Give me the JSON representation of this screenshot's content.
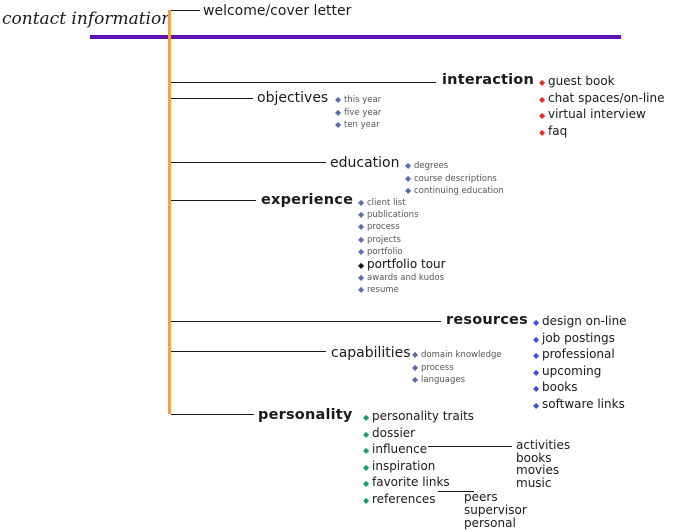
{
  "header": {
    "title": "contact information",
    "welcome": "welcome/cover letter"
  },
  "interaction": {
    "label": "interaction",
    "items": [
      "guest book",
      "chat spaces/on-line",
      "virtual interview",
      "faq"
    ]
  },
  "objectives": {
    "label": "objectives",
    "items": [
      "this year",
      "five year",
      "ten year"
    ]
  },
  "education": {
    "label": "education",
    "items": [
      "degrees",
      "course descriptions",
      "continuing education"
    ]
  },
  "experience": {
    "label": "experience",
    "items": [
      "client list",
      "publications",
      "process",
      "projects",
      "portfolio"
    ],
    "highlight": "portfolio tour",
    "items_after": [
      "awards and kudos",
      "resume"
    ]
  },
  "resources": {
    "label": "resources",
    "items": [
      "design on-line",
      "job postings",
      "professional",
      "upcoming",
      "books",
      "software links"
    ]
  },
  "capabilities": {
    "label": "capabilities",
    "items": [
      "domain knowledge",
      "process",
      "languages"
    ]
  },
  "personality": {
    "label": "personality",
    "items": [
      "personality traits",
      "dossier",
      "influence",
      "inspiration",
      "favorite links",
      "references"
    ],
    "influence_items": [
      "activities",
      "books",
      "movies",
      "music"
    ],
    "references_items": [
      "peers",
      "supervisor",
      "personal"
    ]
  },
  "colors": {
    "timeline": "#f2a24a",
    "divider": "#5d12b3",
    "bullet_red": "#e0301e",
    "bullet_blue": "#3f4fd6",
    "bullet_teal": "#14997a",
    "bullet_slate": "#5c6bb0"
  }
}
